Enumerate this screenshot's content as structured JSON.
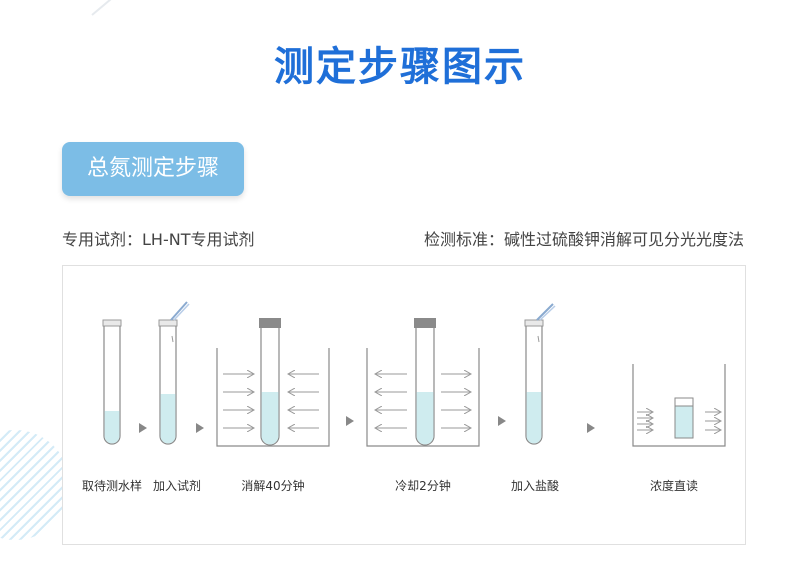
{
  "title": "测定步骤图示",
  "section_label": "总氮测定步骤",
  "reagent_info": "专用试剂：LH-NT专用试剂",
  "standard_info": "检测标准：碱性过硫酸钾消解可见分光光度法",
  "steps": [
    {
      "label": "取待测水样",
      "icon": "test-tube-icon"
    },
    {
      "label": "加入试剂",
      "icon": "pipette-test-tube-icon"
    },
    {
      "label": "消解40分钟",
      "icon": "heating-bath-icon"
    },
    {
      "label": "冷却2分钟",
      "icon": "cooling-bath-icon"
    },
    {
      "label": "加入盐酸",
      "icon": "pipette-test-tube-icon"
    },
    {
      "label": "浓度直读",
      "icon": "cuvette-reader-icon"
    }
  ],
  "colors": {
    "title": "#1f6fd8",
    "badge": "#7cbde6",
    "liquid": "#cfecef",
    "outline": "#8a8a8a",
    "arrow": "#9a9a9a"
  }
}
